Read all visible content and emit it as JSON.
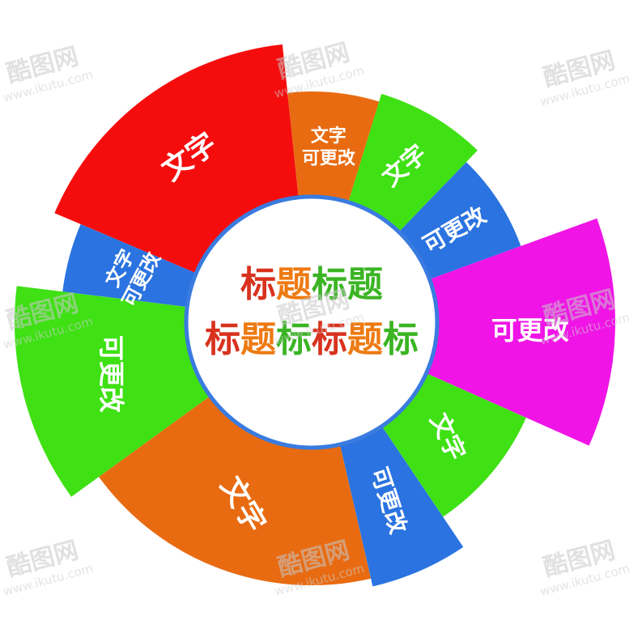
{
  "title": {
    "lines": [
      [
        {
          "text": "标",
          "color": "#d8321e"
        },
        {
          "text": "题",
          "color": "#ee7a12"
        },
        {
          "text": "标",
          "color": "#3bb424"
        },
        {
          "text": "题",
          "color": "#3bb424"
        }
      ],
      [
        {
          "text": "标",
          "color": "#d8321e"
        },
        {
          "text": "题",
          "color": "#ee7a12"
        },
        {
          "text": "标",
          "color": "#3bb424"
        },
        {
          "text": "标",
          "color": "#d8321e"
        },
        {
          "text": "题",
          "color": "#ee7a12"
        },
        {
          "text": "标",
          "color": "#3bb424"
        }
      ]
    ]
  },
  "segments": [
    {
      "id": "red",
      "color": "#f50d0d",
      "lines": [
        "文字"
      ]
    },
    {
      "id": "orange-small",
      "color": "#e86b12",
      "lines": [
        "文字",
        "可更改"
      ]
    },
    {
      "id": "green-top",
      "color": "#3fe014",
      "lines": [
        "文字"
      ]
    },
    {
      "id": "blue-top-right",
      "color": "#2a73e0",
      "lines": [
        "可更改"
      ]
    },
    {
      "id": "magenta",
      "color": "#f014e6",
      "lines": [
        "可更改"
      ]
    },
    {
      "id": "green-lower-right",
      "color": "#3fe014",
      "lines": [
        "文字"
      ]
    },
    {
      "id": "blue-bottom",
      "color": "#2a73e0",
      "lines": [
        "可更改"
      ]
    },
    {
      "id": "orange-bottom",
      "color": "#e86b12",
      "lines": [
        "文字"
      ]
    },
    {
      "id": "green-left",
      "color": "#3fe014",
      "lines": [
        "可更改"
      ]
    },
    {
      "id": "blue-left",
      "color": "#2a73e0",
      "lines": [
        "文字",
        "可更改"
      ]
    }
  ],
  "center": {
    "fill": "#ffffff",
    "ring_color": "#3a7be0"
  },
  "watermark": {
    "logo": "酷图网",
    "url": "www.ikutu.com"
  }
}
